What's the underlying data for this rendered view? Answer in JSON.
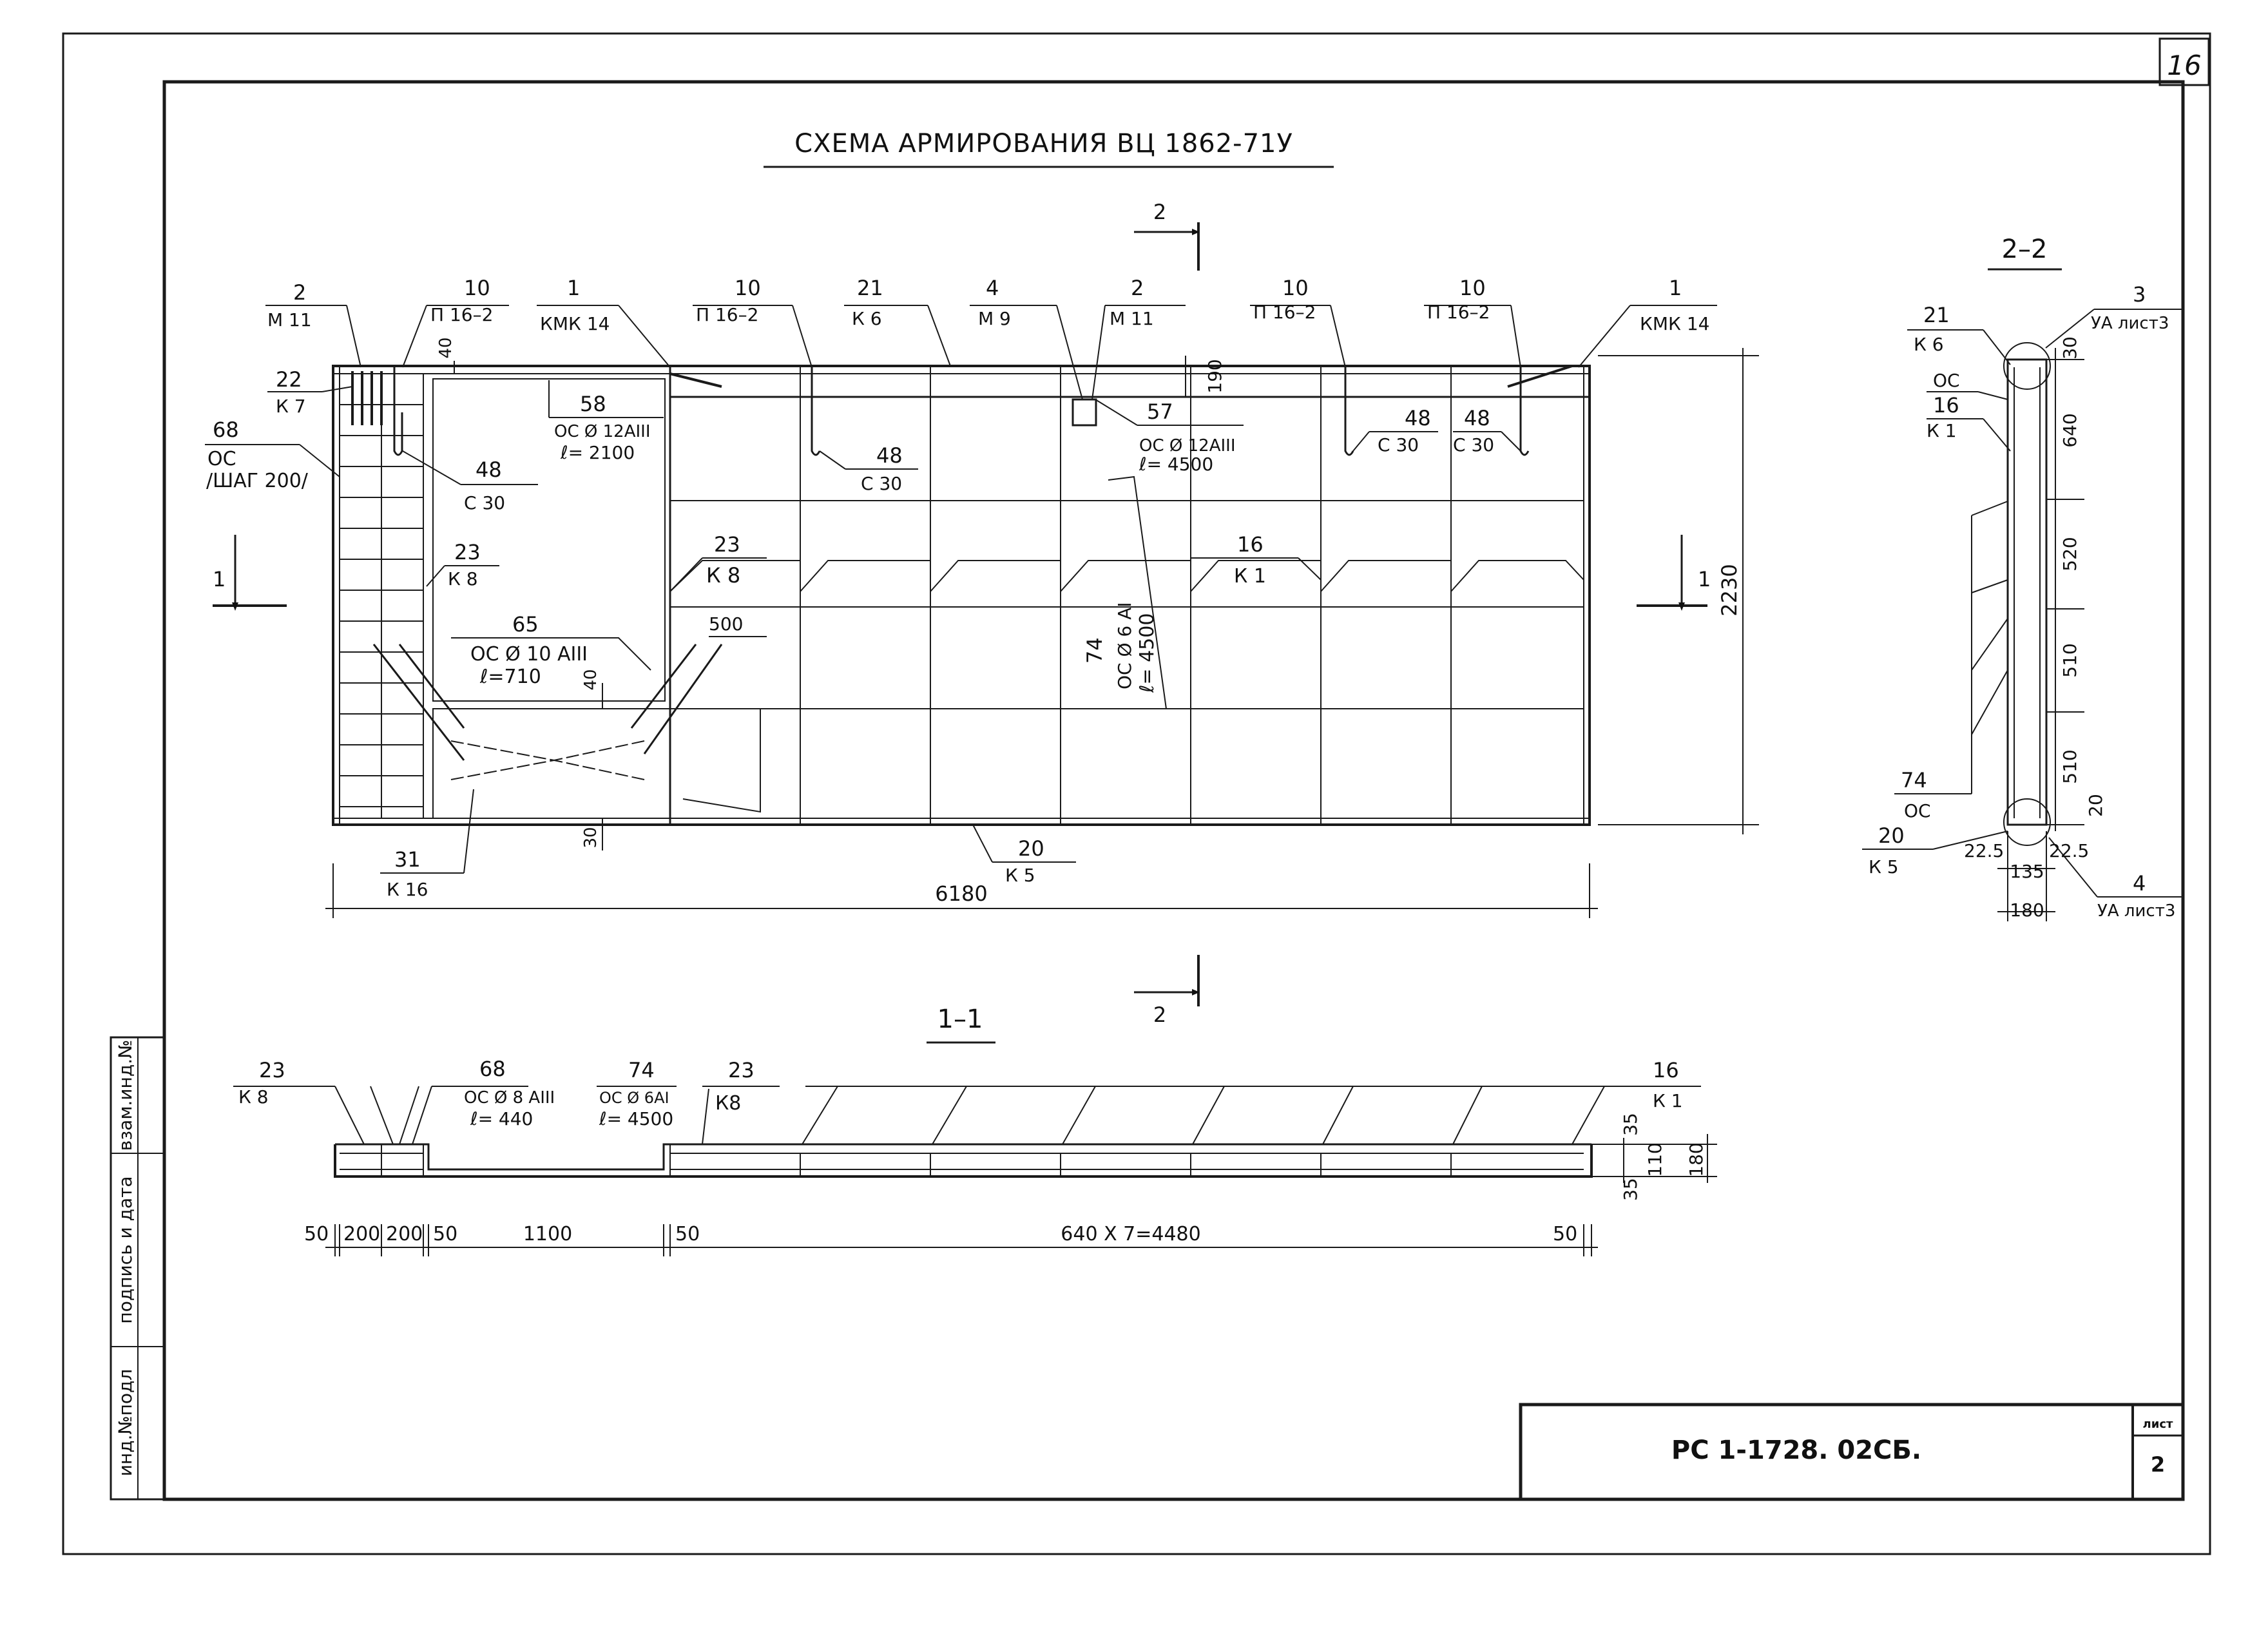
{
  "sheet": {
    "corner_number": "16",
    "title": "СХЕМА АРМИРОВАНИЯ ВЦ 1862-71У",
    "doc_code": "РС 1-1728. 02СБ.",
    "sheet_label": "лист",
    "sheet_number": "2",
    "side_stamp": [
      "инд.№подл",
      "подпись и дата",
      "взам.инд.№"
    ]
  },
  "section_marks": {
    "s1": "1",
    "s2": "2",
    "title_1_1": "1–1",
    "title_2_2": "2–2"
  },
  "callouts": [
    {
      "top": "2",
      "bottom": "М 11"
    },
    {
      "top": "10",
      "bottom": "П 16–2"
    },
    {
      "top": "1",
      "bottom": "КМК 14"
    },
    {
      "top": "10",
      "bottom": "П 16–2"
    },
    {
      "top": "21",
      "bottom": "К 6"
    },
    {
      "top": "4",
      "bottom": "М 9"
    },
    {
      "top": "2",
      "bottom": "М 11"
    },
    {
      "top": "10",
      "bottom": "П 16–2"
    },
    {
      "top": "10",
      "bottom": "П 16–2"
    },
    {
      "top": "1",
      "bottom": "КМК 14"
    },
    {
      "top": "22",
      "bottom": "К 7"
    },
    {
      "top": "68",
      "bottom": "ОС",
      "extra": "/ШАГ 200/"
    },
    {
      "top": "48",
      "bottom": "С 30"
    },
    {
      "top": "23",
      "bottom": "К 8"
    },
    {
      "top": "58",
      "bottom": "ОС Ø 12АIII",
      "extra": "ℓ= 2100"
    },
    {
      "top": "48",
      "bottom": "С 30"
    },
    {
      "top": "23",
      "bottom": "К 8"
    },
    {
      "top": "57",
      "bottom": "ОС Ø 12АIII",
      "extra": "ℓ= 4500"
    },
    {
      "top": "48",
      "bottom": "С 30"
    },
    {
      "top": "48",
      "bottom": "С 30"
    },
    {
      "top": "16",
      "bottom": "К 1"
    },
    {
      "top": "65",
      "bottom": "ОС Ø 10 АIII",
      "extra": "ℓ=710"
    },
    {
      "top": "74",
      "bottom": "ОС Ø 6 АI",
      "extra": "ℓ= 4500"
    },
    {
      "top": "31",
      "bottom": "К 16"
    },
    {
      "top": "20",
      "bottom": "К 5"
    }
  ],
  "dims_main": {
    "d40a": "40",
    "d190": "190",
    "d500": "500",
    "d40b": "40",
    "d30": "30",
    "d2230": "2230",
    "d6180": "6180"
  },
  "section_2_2": {
    "callouts": [
      {
        "top": "3",
        "bottom": "УА лист3"
      },
      {
        "top": "21",
        "bottom": "К 6"
      },
      {
        "top": "ОС",
        "bottom": ""
      },
      {
        "top": "16",
        "bottom": "К 1"
      },
      {
        "top": "74",
        "bottom": "ОС"
      },
      {
        "top": "20",
        "bottom": "К 5"
      },
      {
        "top": "4",
        "bottom": "УА лист3"
      }
    ],
    "dims": [
      "30",
      "640",
      "520",
      "510",
      "510",
      "20",
      "22.5",
      "22.5",
      "135",
      "180"
    ]
  },
  "section_1_1": {
    "callouts": [
      {
        "top": "23",
        "bottom": "К 8"
      },
      {
        "top": "68",
        "bottom": "ОС Ø 8 АIII",
        "extra": "ℓ= 440"
      },
      {
        "top": "74",
        "bottom": "ОС Ø 6АI",
        "extra": "ℓ= 4500"
      },
      {
        "top": "23",
        "bottom": "К8"
      },
      {
        "top": "16",
        "bottom": "К 1"
      }
    ],
    "dims_bottom": [
      "50",
      "200",
      "200",
      "50",
      "1100",
      "50",
      "640 X 7=4480",
      "50"
    ],
    "dims_side": [
      "35",
      "110",
      "35",
      "180"
    ]
  }
}
